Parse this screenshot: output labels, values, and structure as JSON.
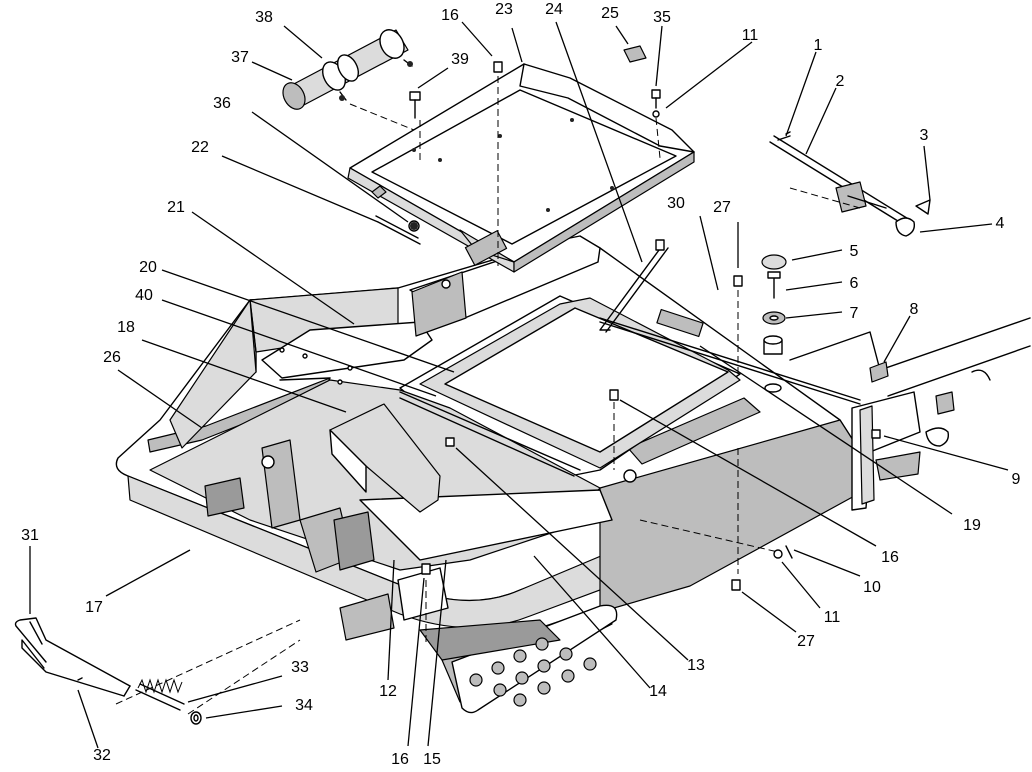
{
  "callouts": [
    {
      "id": "c1",
      "text": "1"
    },
    {
      "id": "c2",
      "text": "2"
    },
    {
      "id": "c3",
      "text": "3"
    },
    {
      "id": "c4",
      "text": "4"
    },
    {
      "id": "c5",
      "text": "5"
    },
    {
      "id": "c6",
      "text": "6"
    },
    {
      "id": "c7",
      "text": "7"
    },
    {
      "id": "c8",
      "text": "8"
    },
    {
      "id": "c9",
      "text": "9"
    },
    {
      "id": "c10",
      "text": "10"
    },
    {
      "id": "c11a",
      "text": "11"
    },
    {
      "id": "c11b",
      "text": "11"
    },
    {
      "id": "c12",
      "text": "12"
    },
    {
      "id": "c13",
      "text": "13"
    },
    {
      "id": "c14",
      "text": "14"
    },
    {
      "id": "c15",
      "text": "15"
    },
    {
      "id": "c16a",
      "text": "16"
    },
    {
      "id": "c16b",
      "text": "16"
    },
    {
      "id": "c16c",
      "text": "16"
    },
    {
      "id": "c17",
      "text": "17"
    },
    {
      "id": "c18",
      "text": "18"
    },
    {
      "id": "c19",
      "text": "19"
    },
    {
      "id": "c20",
      "text": "20"
    },
    {
      "id": "c21",
      "text": "21"
    },
    {
      "id": "c22",
      "text": "22"
    },
    {
      "id": "c23",
      "text": "23"
    },
    {
      "id": "c24",
      "text": "24"
    },
    {
      "id": "c25",
      "text": "25"
    },
    {
      "id": "c26",
      "text": "26"
    },
    {
      "id": "c27a",
      "text": "27"
    },
    {
      "id": "c27b",
      "text": "27"
    },
    {
      "id": "c30",
      "text": "30"
    },
    {
      "id": "c31",
      "text": "31"
    },
    {
      "id": "c32",
      "text": "32"
    },
    {
      "id": "c33",
      "text": "33"
    },
    {
      "id": "c34",
      "text": "34"
    },
    {
      "id": "c35",
      "text": "35"
    },
    {
      "id": "c36",
      "text": "36"
    },
    {
      "id": "c37",
      "text": "37"
    },
    {
      "id": "c38",
      "text": "38"
    },
    {
      "id": "c39",
      "text": "39"
    },
    {
      "id": "c40",
      "text": "40"
    }
  ]
}
